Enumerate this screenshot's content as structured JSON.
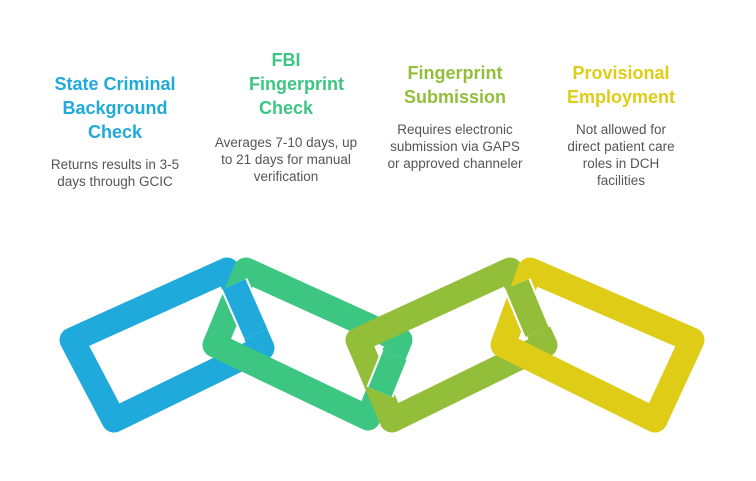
{
  "steps": [
    {
      "title": "State Criminal Background Check",
      "description": "Returns results in 3-5 days through GCIC",
      "color": "#20AADB"
    },
    {
      "title": "FBI Fingerprint Check",
      "description": "Averages 7-10 days, up to 21 days for manual verification",
      "color": "#3CC682"
    },
    {
      "title": "Fingerprint Submission",
      "description": "Requires electronic submission via GAPS or approved channeler",
      "color": "#93BE3A"
    },
    {
      "title": "Provisional Employment",
      "description": "Not allowed for direct patient care roles in DCH facilities",
      "color": "#DFCC17"
    }
  ]
}
